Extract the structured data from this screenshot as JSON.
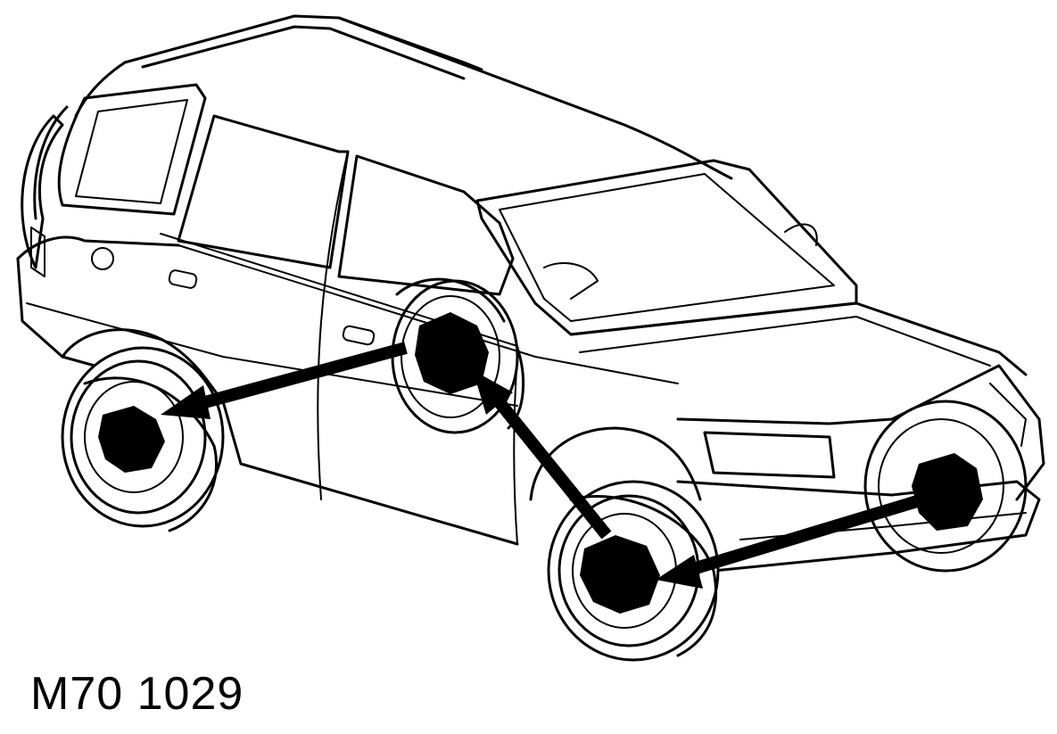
{
  "figure": {
    "reference": "M70 1029"
  },
  "diagram": {
    "subject": "vehicle-wheel-rotation",
    "arrow_count": 3,
    "line_color": "#000000",
    "background_color": "#ffffff"
  }
}
